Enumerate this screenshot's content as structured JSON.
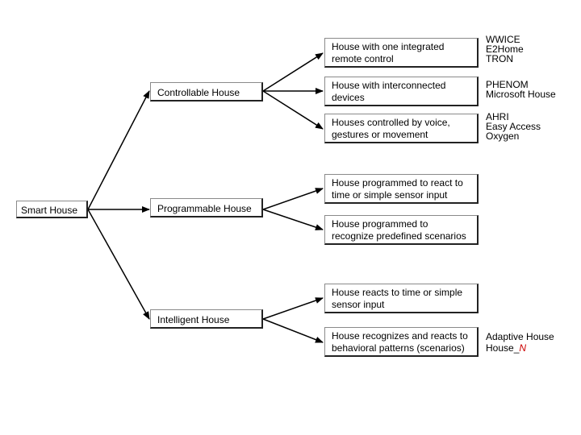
{
  "root": "Smart House",
  "categories": [
    {
      "label": "Controllable House"
    },
    {
      "label": "Programmable House"
    },
    {
      "label": "Intelligent House"
    }
  ],
  "leaves": [
    {
      "text": "House with one integrated remote control",
      "examples": [
        "WWICE",
        "E2Home",
        "TRON"
      ]
    },
    {
      "text": "House with interconnected devices",
      "examples": [
        "PHENOM",
        "Microsoft House"
      ]
    },
    {
      "text": "Houses controlled by voice, gestures or movement",
      "examples": [
        "AHRI",
        "Easy Access",
        "Oxygen"
      ]
    },
    {
      "text": "House programmed to react to time or simple sensor input",
      "examples": []
    },
    {
      "text": "House programmed to recognize predefined scenarios",
      "examples": []
    },
    {
      "text": "House reacts to time or simple sensor input",
      "examples": []
    },
    {
      "text": "House recognizes and reacts  to behavioral patterns (scenarios)",
      "examples": [
        "Adaptive House"
      ],
      "example_last": {
        "prefix": "House_",
        "suffix": "N",
        "suffix_color": "#cc0000"
      }
    }
  ]
}
